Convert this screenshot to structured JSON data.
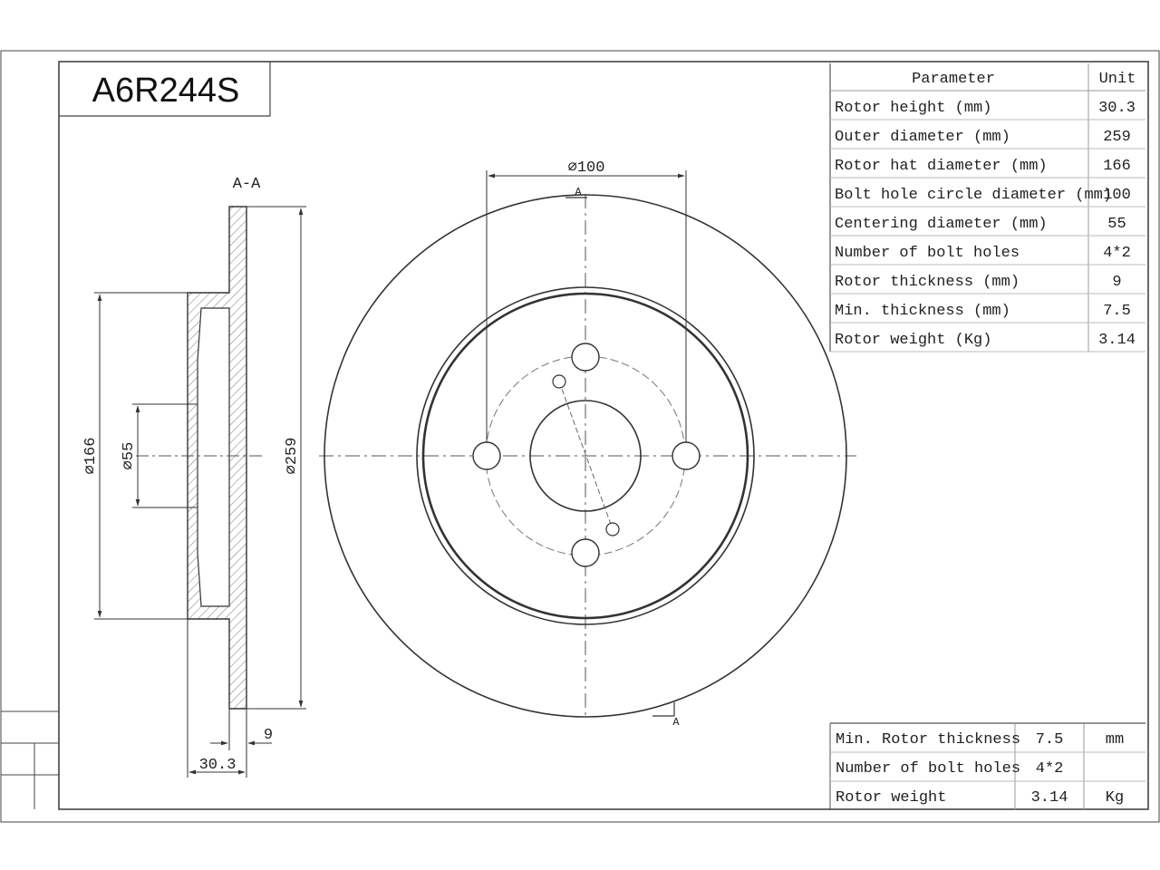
{
  "part_number": "A6R244S",
  "section_label": "A-A",
  "section_marks": [
    "A",
    "A"
  ],
  "dimensions": {
    "hat_diameter": "⌀166",
    "centering_diameter": "⌀55",
    "outer_diameter": "⌀259",
    "bolt_circle_diameter": "⌀100",
    "thickness": "9",
    "height": "30.3"
  },
  "spec_table": {
    "headers": [
      "Parameter",
      "Unit"
    ],
    "rows": [
      [
        "Rotor height (mm)",
        "30.3"
      ],
      [
        "Outer diameter (mm)",
        "259"
      ],
      [
        "Rotor hat diameter (mm)",
        "166"
      ],
      [
        "Bolt hole circle diameter (mm)",
        "100"
      ],
      [
        "Centering diameter (mm)",
        "55"
      ],
      [
        "Number of bolt holes",
        "4*2"
      ],
      [
        "Rotor thickness (mm)",
        "9"
      ],
      [
        "Min. thickness (mm)",
        "7.5"
      ],
      [
        "Rotor weight (Kg)",
        "3.14"
      ]
    ]
  },
  "summary_table": {
    "rows": [
      [
        "Min. Rotor thickness",
        "7.5",
        "mm"
      ],
      [
        "Number of bolt holes",
        "4*2",
        ""
      ],
      [
        "Rotor weight",
        "3.14",
        "Kg"
      ]
    ]
  },
  "colors": {
    "line": "#333333",
    "hatch": "#777777",
    "paper": "#ffffff"
  }
}
